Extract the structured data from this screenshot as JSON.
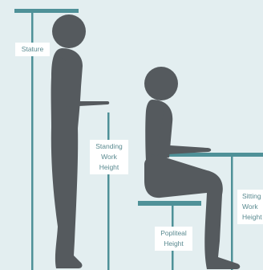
{
  "labels": {
    "stature": "Stature",
    "standing": [
      "Standing",
      "Work",
      "Height"
    ],
    "popliteal": [
      "Popliteal",
      "Height"
    ],
    "sitting": [
      "Sitting",
      "Work",
      "Height"
    ]
  },
  "colors": {
    "background": "#e3eef0",
    "measure_line": "#4f9198",
    "figure": "#555a5e",
    "label_text": "#5a8a90",
    "label_box": "#ffffff"
  }
}
